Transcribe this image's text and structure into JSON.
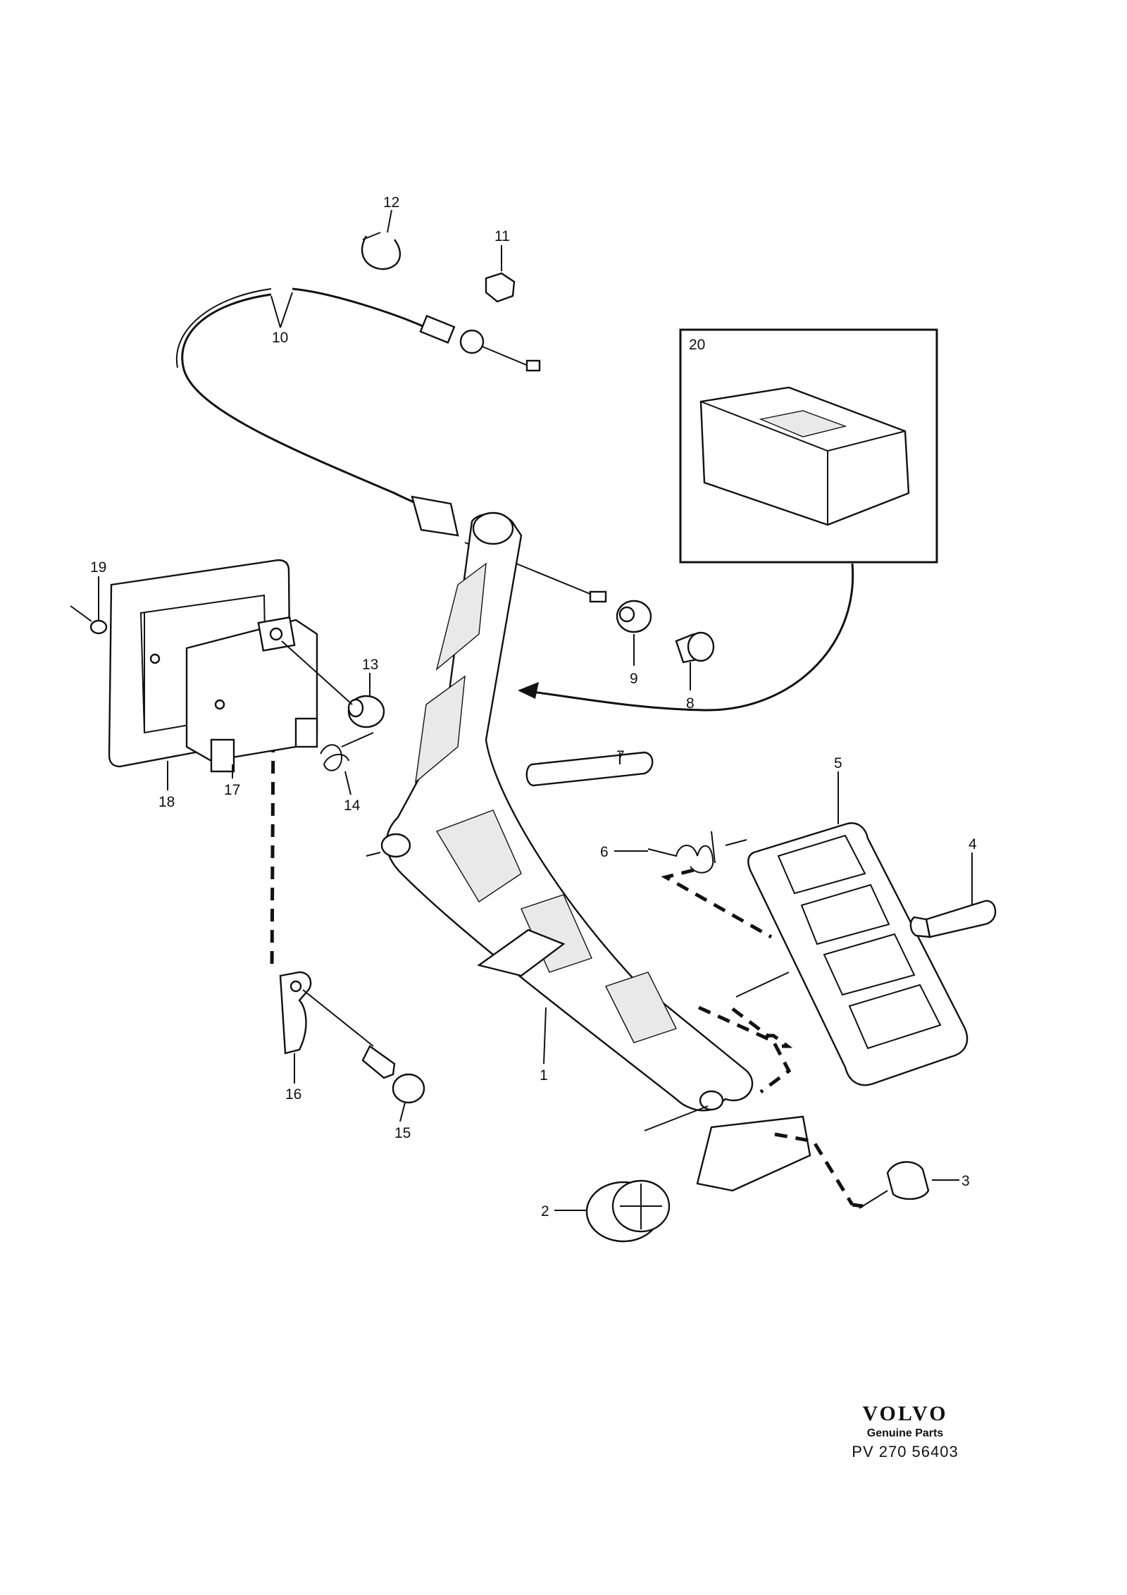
{
  "callouts": [
    {
      "id": "1",
      "label": "1"
    },
    {
      "id": "2",
      "label": "2"
    },
    {
      "id": "3",
      "label": "3"
    },
    {
      "id": "4",
      "label": "4"
    },
    {
      "id": "5",
      "label": "5"
    },
    {
      "id": "6",
      "label": "6"
    },
    {
      "id": "7",
      "label": "7"
    },
    {
      "id": "8",
      "label": "8"
    },
    {
      "id": "9",
      "label": "9"
    },
    {
      "id": "10",
      "label": "10"
    },
    {
      "id": "11",
      "label": "11"
    },
    {
      "id": "12",
      "label": "12"
    },
    {
      "id": "13",
      "label": "13"
    },
    {
      "id": "14",
      "label": "14"
    },
    {
      "id": "15",
      "label": "15"
    },
    {
      "id": "16",
      "label": "16"
    },
    {
      "id": "17",
      "label": "17"
    },
    {
      "id": "18",
      "label": "18"
    },
    {
      "id": "19",
      "label": "19"
    },
    {
      "id": "20",
      "label": "20"
    }
  ],
  "brand": {
    "logo": "VOLVO",
    "subtitle": "Genuine Parts",
    "code": "PV 270 56403"
  }
}
